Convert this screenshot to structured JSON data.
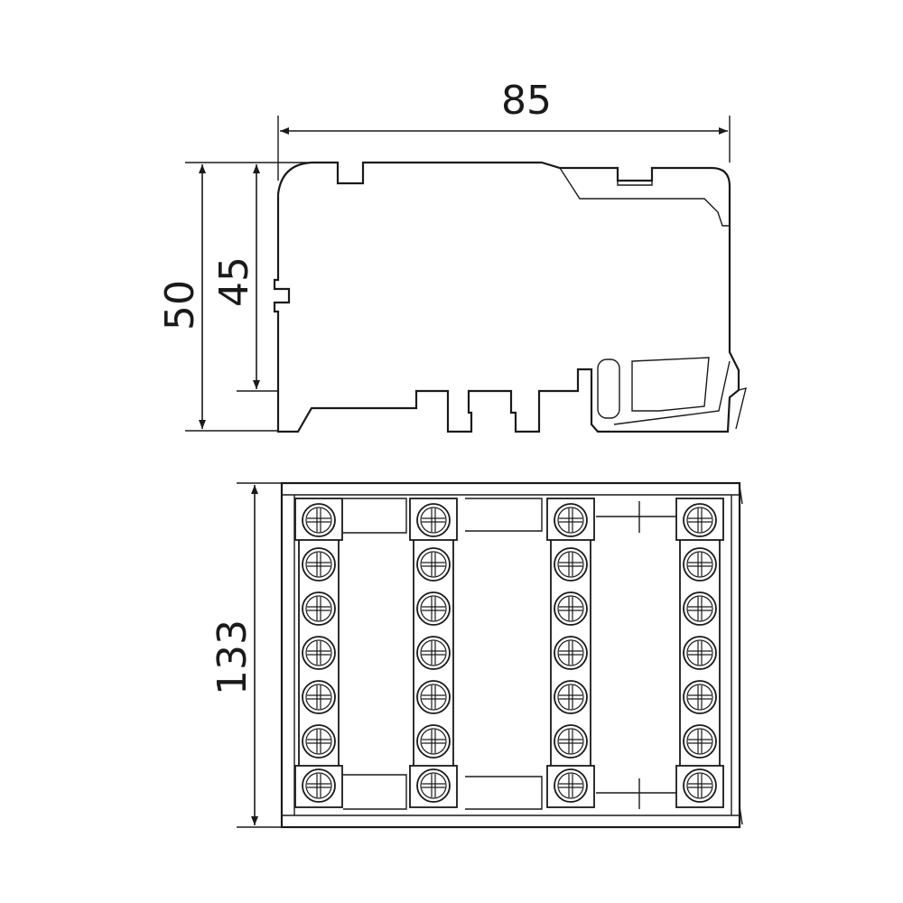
{
  "dimensions": {
    "width_label": "85",
    "height_outer_label": "50",
    "height_inner_label": "45",
    "length_label": "133"
  },
  "bars": {
    "count": 4,
    "screws_per_bar": 7
  },
  "colors": {
    "line": "#1a1a1a",
    "background": "#ffffff"
  }
}
